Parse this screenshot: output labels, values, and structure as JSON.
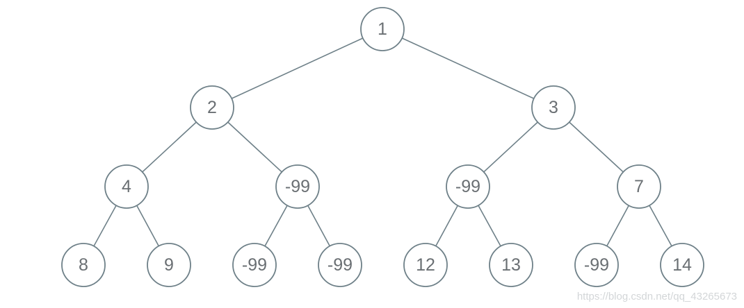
{
  "tree": {
    "nodes": [
      {
        "id": "n1",
        "label": "1"
      },
      {
        "id": "n2",
        "label": "2"
      },
      {
        "id": "n3",
        "label": "3"
      },
      {
        "id": "n4",
        "label": "4"
      },
      {
        "id": "n5",
        "label": "-99"
      },
      {
        "id": "n6",
        "label": "-99"
      },
      {
        "id": "n7",
        "label": "7"
      },
      {
        "id": "n8",
        "label": "8"
      },
      {
        "id": "n9",
        "label": "9"
      },
      {
        "id": "n10",
        "label": "-99"
      },
      {
        "id": "n11",
        "label": "-99"
      },
      {
        "id": "n12",
        "label": "12"
      },
      {
        "id": "n13",
        "label": "13"
      },
      {
        "id": "n14",
        "label": "-99"
      },
      {
        "id": "n15",
        "label": "14"
      }
    ],
    "edges": [
      [
        "n1",
        "n2"
      ],
      [
        "n1",
        "n3"
      ],
      [
        "n2",
        "n4"
      ],
      [
        "n2",
        "n5"
      ],
      [
        "n3",
        "n6"
      ],
      [
        "n3",
        "n7"
      ],
      [
        "n4",
        "n8"
      ],
      [
        "n4",
        "n9"
      ],
      [
        "n5",
        "n10"
      ],
      [
        "n5",
        "n11"
      ],
      [
        "n6",
        "n12"
      ],
      [
        "n6",
        "n13"
      ],
      [
        "n7",
        "n14"
      ],
      [
        "n7",
        "n15"
      ]
    ]
  },
  "watermark": "https://blog.csdn.net/qq_43265673",
  "colors": {
    "stroke": "#6e8088",
    "text": "#6a6f73",
    "watermark": "#d3d6d8"
  }
}
